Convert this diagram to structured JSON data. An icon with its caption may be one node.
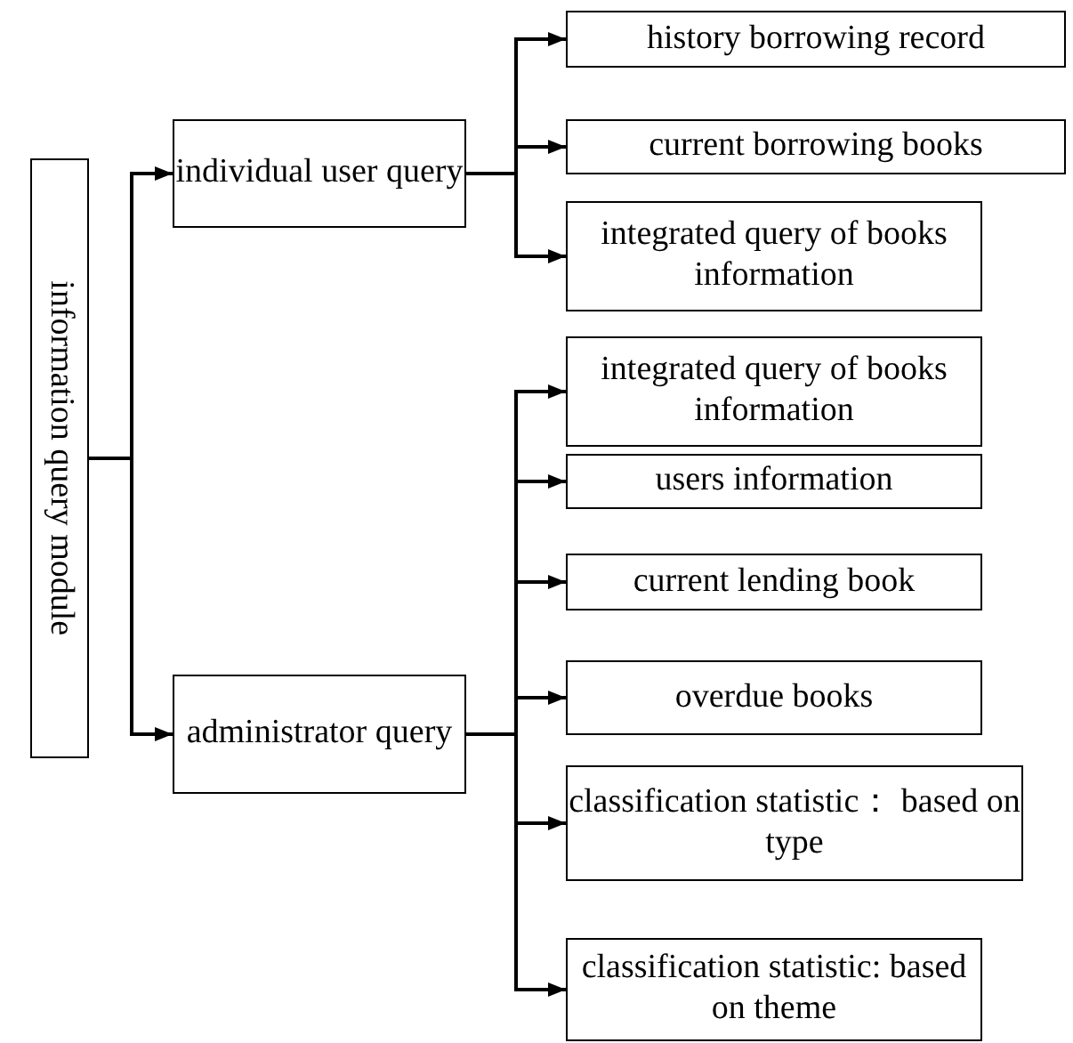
{
  "diagram": {
    "nodes": [
      {
        "text": [
          "information query module"
        ]
      },
      {
        "text": [
          "individual user query"
        ]
      },
      {
        "text": [
          "history borrowing record"
        ]
      },
      {
        "text": [
          "current borrowing books"
        ]
      },
      {
        "text": [
          "integrated query of books information"
        ]
      },
      {
        "text": [
          "administrator query"
        ]
      },
      {
        "text": [
          "integrated query of books information"
        ]
      },
      {
        "text": [
          "users information"
        ]
      },
      {
        "text": [
          "current lending book"
        ]
      },
      {
        "text": [
          "overdue books"
        ]
      },
      {
        "text": [
          "classification statistic： based on type"
        ]
      },
      {
        "text": [
          "classification statistic: based on theme"
        ]
      }
    ],
    "edges": [
      {
        "from": 0,
        "to": 1,
        "arrow": "to"
      },
      {
        "from": 0,
        "to": 5,
        "arrow": "to"
      },
      {
        "from": 1,
        "to": 2,
        "arrow": "to"
      },
      {
        "from": 1,
        "to": 3,
        "arrow": "to"
      },
      {
        "from": 1,
        "to": 4,
        "arrow": "to"
      },
      {
        "from": 5,
        "to": 6,
        "arrow": "to"
      },
      {
        "from": 5,
        "to": 7,
        "arrow": "to"
      },
      {
        "from": 5,
        "to": 8,
        "arrow": "to"
      },
      {
        "from": 5,
        "to": 9,
        "arrow": "to"
      },
      {
        "from": 5,
        "to": 10,
        "arrow": "to"
      },
      {
        "from": 5,
        "to": 11,
        "arrow": "to"
      }
    ]
  }
}
